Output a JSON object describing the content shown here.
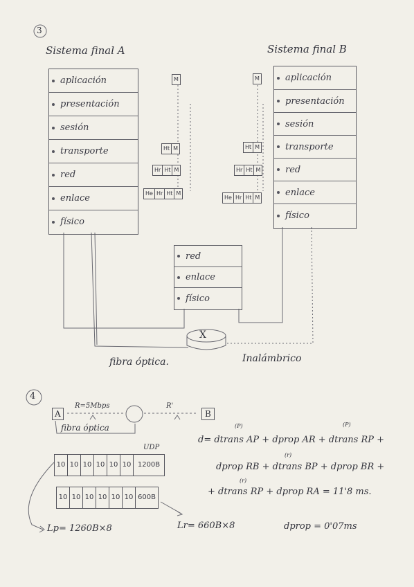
{
  "section3": {
    "number": "3",
    "system_a_title": "Sistema final A",
    "system_b_title": "Sistema final B",
    "system_a_layers": [
      "aplicación",
      "presentación",
      "sesión",
      "transporte",
      "red",
      "enlace",
      "físico"
    ],
    "system_b_layers": [
      "aplicación",
      "presentación",
      "sesión",
      "transporte",
      "red",
      "enlace",
      "físico"
    ],
    "router_layers": [
      "red",
      "enlace",
      "físico"
    ],
    "encap_left": [
      [
        "M"
      ],
      [
        "Ht",
        "M"
      ],
      [
        "Hr",
        "Ht",
        "M"
      ],
      [
        "He",
        "Hr",
        "Ht",
        "M"
      ]
    ],
    "encap_right": [
      [
        "M"
      ],
      [
        "Ht",
        "M"
      ],
      [
        "Hr",
        "Ht",
        "M"
      ],
      [
        "He",
        "Hr",
        "Ht",
        "M"
      ]
    ],
    "router_symbol": "X",
    "label_fiber": "fibra óptica.",
    "label_wireless": "Inalámbrico"
  },
  "section4": {
    "number": "4",
    "node_a": "A",
    "node_b": "B",
    "rate_label": "R=5Mbps",
    "rate_prime_label": "R'",
    "fiber_label": "fibra óptica",
    "udp_label": "UDP",
    "packet_p": [
      "10",
      "10",
      "10",
      "10",
      "10",
      "10",
      "1200B"
    ],
    "packet_r": [
      "10",
      "10",
      "10",
      "10",
      "10",
      "10",
      "600B"
    ],
    "lp_formula": "Lp= 1260B×8",
    "lr_formula": "Lr= 660B×8",
    "d_line1": "d= dtrans AP + dprop AR + dtrans RP +",
    "d_line2": "dprop RB + dtrans BP + dprop BR +",
    "d_line3": "+ dtrans RP + dprop RA = 11'8 ms.",
    "sup_p1": "(P)",
    "sup_p2": "(P)",
    "sup_r1": "(r)",
    "sup_r2": "(r)",
    "dprop_note": "dprop = 0'07ms"
  }
}
